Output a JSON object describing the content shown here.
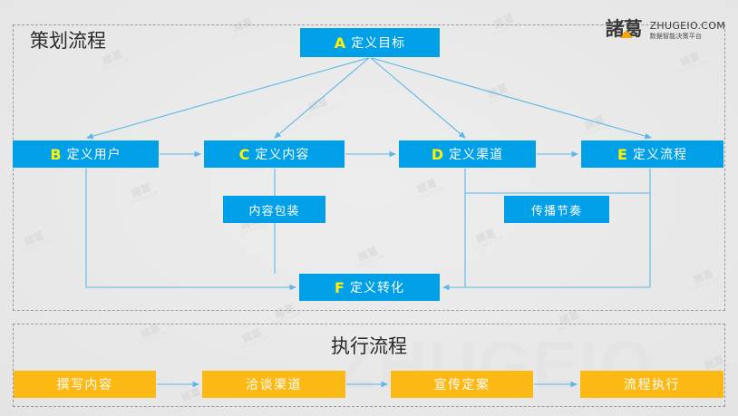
{
  "brand": {
    "logo_cn": "諸葛",
    "logo_domain": "ZHUGEIO.COM",
    "logo_tagline": "数据智能决策平台",
    "watermark_text": "諸葛",
    "watermark_sub": "ZHUGEIO.COM",
    "watermark_big": "ZHUGEIO",
    "accent_blue": "#00a0e9",
    "accent_orange": "#fcb913",
    "accent_yellow": "#fff200",
    "line_blue": "#5bb8e8",
    "panel_border": "#9a9a9a",
    "background": "#e9e9e9"
  },
  "sections": {
    "plan": {
      "title": "策划流程"
    },
    "exec": {
      "title": "执行流程"
    }
  },
  "plan_nodes": {
    "a": {
      "key": "A",
      "label": "定义目标"
    },
    "b": {
      "key": "B",
      "label": "定义用户"
    },
    "c": {
      "key": "C",
      "label": "定义内容"
    },
    "d": {
      "key": "D",
      "label": "定义渠道"
    },
    "e": {
      "key": "E",
      "label": "定义流程"
    },
    "f": {
      "key": "F",
      "label": "定义转化"
    },
    "package": {
      "label": "内容包装"
    },
    "rhythm": {
      "label": "传播节奏"
    }
  },
  "exec_nodes": [
    {
      "label": "撰写内容"
    },
    {
      "label": "洽谈渠道"
    },
    {
      "label": "宣传定案"
    },
    {
      "label": "流程执行"
    }
  ],
  "chart_data": {
    "type": "diagram-flow",
    "title": "策划流程 / 执行流程",
    "groups": [
      {
        "name": "策划流程",
        "nodes": [
          {
            "id": "A",
            "label": "定义目标",
            "color": "#00a0e9"
          },
          {
            "id": "B",
            "label": "定义用户",
            "color": "#00a0e9"
          },
          {
            "id": "C",
            "label": "定义内容",
            "color": "#00a0e9"
          },
          {
            "id": "D",
            "label": "定义渠道",
            "color": "#00a0e9"
          },
          {
            "id": "E",
            "label": "定义流程",
            "color": "#00a0e9"
          },
          {
            "id": "F",
            "label": "定义转化",
            "color": "#00a0e9"
          },
          {
            "id": "PKG",
            "label": "内容包装",
            "color": "#00a0e9"
          },
          {
            "id": "RHY",
            "label": "传播节奏",
            "color": "#00a0e9"
          }
        ],
        "edges": [
          {
            "from": "A",
            "to": "B"
          },
          {
            "from": "A",
            "to": "C"
          },
          {
            "from": "A",
            "to": "D"
          },
          {
            "from": "A",
            "to": "E"
          },
          {
            "from": "B",
            "to": "C"
          },
          {
            "from": "C",
            "to": "D"
          },
          {
            "from": "D",
            "to": "E"
          },
          {
            "from": "C",
            "to": "PKG"
          },
          {
            "from": "D",
            "to": "RHY"
          },
          {
            "from": "E",
            "to": "RHY"
          },
          {
            "from": "B",
            "to": "F"
          },
          {
            "from": "C",
            "to": "F"
          },
          {
            "from": "D",
            "to": "F"
          },
          {
            "from": "E",
            "to": "F"
          }
        ]
      },
      {
        "name": "执行流程",
        "nodes": [
          {
            "id": "X1",
            "label": "撰写内容",
            "color": "#fcb913"
          },
          {
            "id": "X2",
            "label": "洽谈渠道",
            "color": "#fcb913"
          },
          {
            "id": "X3",
            "label": "宣传定案",
            "color": "#fcb913"
          },
          {
            "id": "X4",
            "label": "流程执行",
            "color": "#fcb913"
          }
        ],
        "edges": [
          {
            "from": "X1",
            "to": "X2"
          },
          {
            "from": "X2",
            "to": "X3"
          },
          {
            "from": "X3",
            "to": "X4"
          }
        ]
      }
    ]
  }
}
